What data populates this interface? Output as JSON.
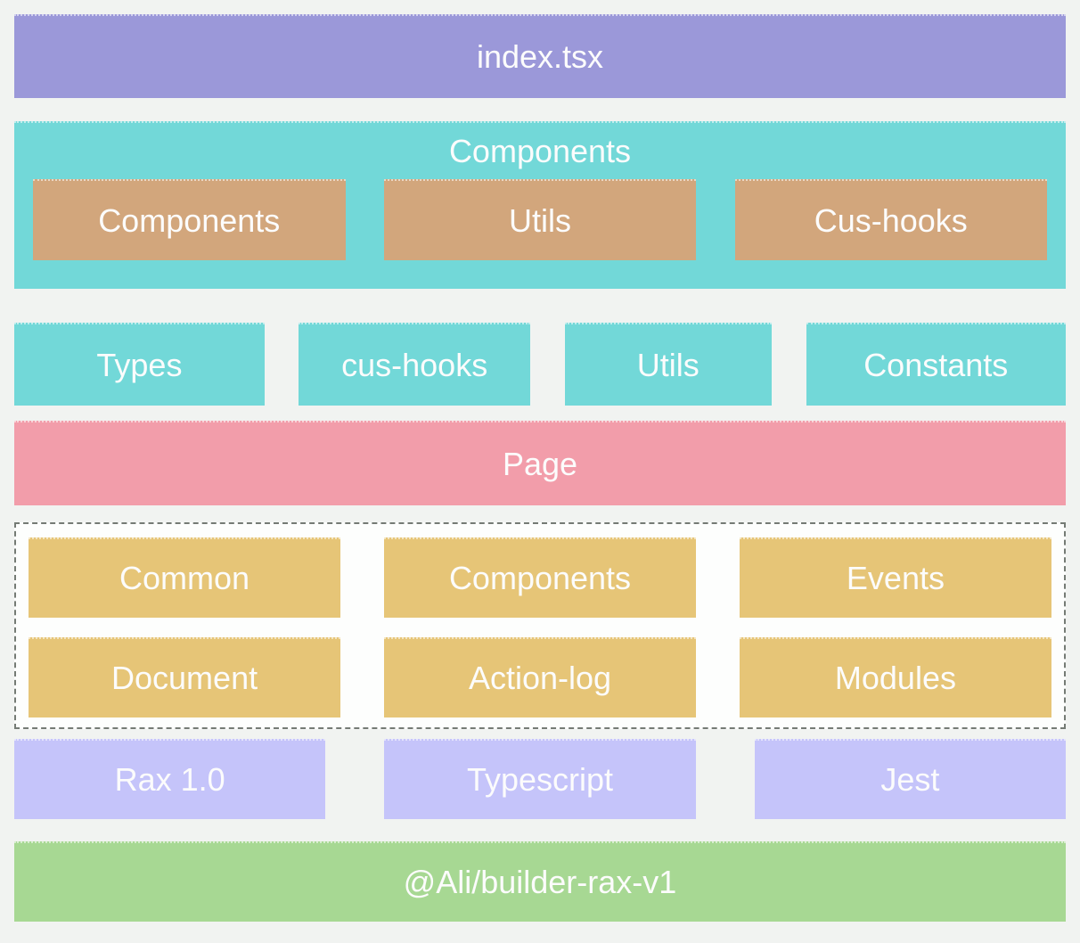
{
  "diagram": {
    "entry_label": "index.tsx",
    "components_group": {
      "title": "Components",
      "items": [
        "Components",
        "Utils",
        "Cus-hooks"
      ]
    },
    "shared_row": [
      "Types",
      "cus-hooks",
      "Utils",
      "Constants"
    ],
    "page_label": "Page",
    "modules_group": {
      "rows": [
        [
          "Common",
          "Components",
          "Events"
        ],
        [
          "Document",
          "Action-log",
          "Modules"
        ]
      ]
    },
    "tech_row": [
      "Rax 1.0",
      "Typescript",
      "Jest"
    ],
    "builder_label": "@Ali/builder-rax-v1",
    "colors": {
      "background": "#f1f3f1",
      "entry_block": "#9b98d9",
      "teal_block": "#72d8d8",
      "tan_block": "#d2a67c",
      "page_block": "#f29daa",
      "module_block": "#e6c577",
      "tech_block": "#c5c4fa",
      "builder_block": "#a7d893",
      "dashed_border": "#757b75",
      "text": "#fcfcfc"
    }
  }
}
